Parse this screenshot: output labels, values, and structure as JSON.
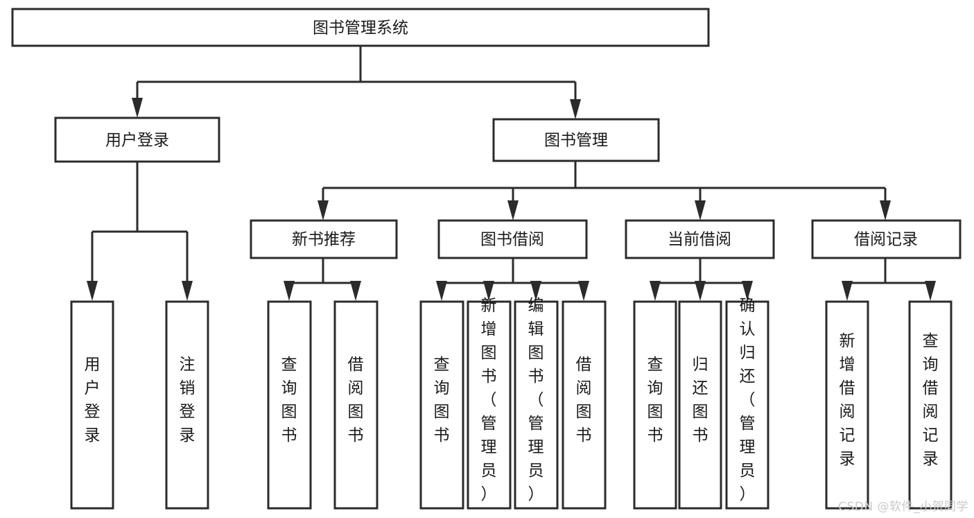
{
  "diagram": {
    "type": "tree-hierarchy",
    "title": "图书管理系统",
    "orientation": "top-down",
    "colors": {
      "background": "#ffffff",
      "box_fill": "#ffffff",
      "box_stroke": "#2b2b2b",
      "text": "#1a1a1a",
      "watermark": "#c9c9c9"
    },
    "root": {
      "label": "图书管理系统",
      "level": 0
    },
    "level1": [
      {
        "label": "用户登录"
      },
      {
        "label": "图书管理"
      }
    ],
    "level2": [
      {
        "label": "新书推荐",
        "parent": "图书管理"
      },
      {
        "label": "图书借阅",
        "parent": "图书管理"
      },
      {
        "label": "当前借阅",
        "parent": "图书管理"
      },
      {
        "label": "借阅记录",
        "parent": "图书管理"
      }
    ],
    "leaves": {
      "user_login": [
        {
          "label": "用户登录"
        },
        {
          "label": "注销登录"
        }
      ],
      "new_book_recommend": [
        {
          "label": "查询图书"
        },
        {
          "label": "借阅图书"
        }
      ],
      "book_borrow": [
        {
          "label": "查询图书"
        },
        {
          "label": "新增图书（管理员）"
        },
        {
          "label": "编辑图书（管理员）"
        },
        {
          "label": "借阅图书"
        }
      ],
      "current_borrow": [
        {
          "label": "查询图书"
        },
        {
          "label": "归还图书"
        },
        {
          "label": "确认归还（管理员）"
        }
      ],
      "borrow_record": [
        {
          "label": "新增借阅记录"
        },
        {
          "label": "查询借阅记录"
        }
      ]
    }
  },
  "watermark": {
    "text": "CSDN @软件_小贺同学"
  }
}
